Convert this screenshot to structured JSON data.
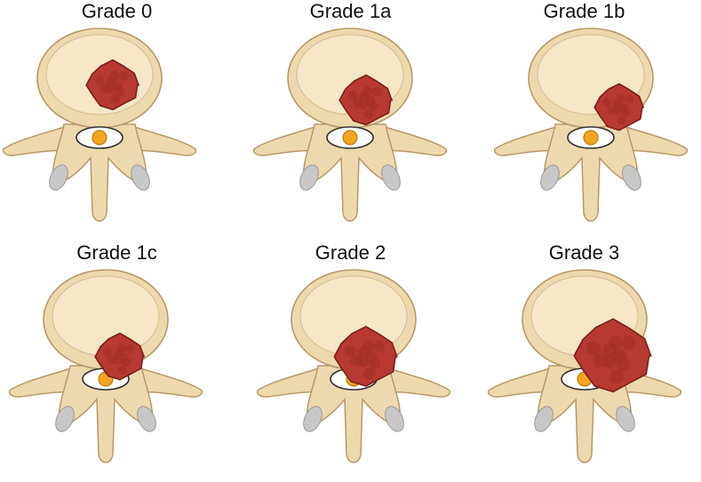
{
  "figure": {
    "panels": [
      {
        "title": "Grade 0"
      },
      {
        "title": "Grade 1a"
      },
      {
        "title": "Grade 1b"
      },
      {
        "title": "Grade 1c"
      },
      {
        "title": "Grade 2"
      },
      {
        "title": "Grade 3"
      }
    ]
  },
  "colors": {
    "bone": "#EDD9AE",
    "bone_outline": "#B89A67",
    "bone_inner": "#F4E6C6",
    "facet": "#C8C8C8",
    "tumor": "#B63A30",
    "tumor_outline": "#7A1F1A",
    "tumor_spot": "#9E2E26",
    "cord_fill": "#F2A51E",
    "canal_fill": "#FFFFFF"
  }
}
